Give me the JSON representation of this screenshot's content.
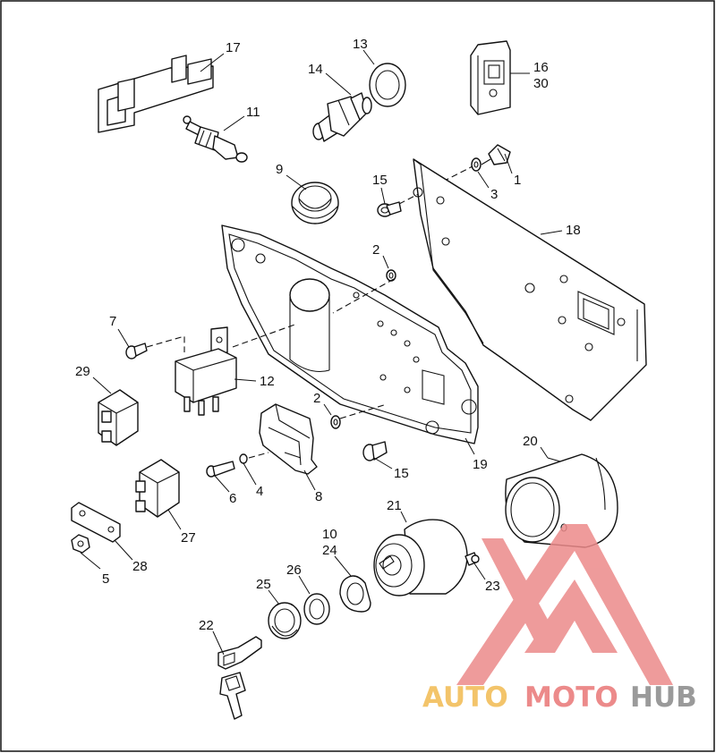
{
  "colors": {
    "line": "#111111",
    "background": "#ffffff",
    "watermark_red": "#ec8a8a",
    "watermark_gold": "#f3c46a",
    "watermark_gray": "#9a9a9a"
  },
  "callouts": [
    {
      "id": "c1",
      "text": "1"
    },
    {
      "id": "c2a",
      "text": "2"
    },
    {
      "id": "c2b",
      "text": "2"
    },
    {
      "id": "c3",
      "text": "3"
    },
    {
      "id": "c4",
      "text": "4"
    },
    {
      "id": "c5",
      "text": "5"
    },
    {
      "id": "c6",
      "text": "6"
    },
    {
      "id": "c7",
      "text": "7"
    },
    {
      "id": "c8",
      "text": "8"
    },
    {
      "id": "c9",
      "text": "9"
    },
    {
      "id": "c10",
      "text": "10"
    },
    {
      "id": "c11",
      "text": "11"
    },
    {
      "id": "c12",
      "text": "12"
    },
    {
      "id": "c13",
      "text": "13"
    },
    {
      "id": "c14",
      "text": "14"
    },
    {
      "id": "c15a",
      "text": "15"
    },
    {
      "id": "c15b",
      "text": "15"
    },
    {
      "id": "c16",
      "text": "16"
    },
    {
      "id": "c17",
      "text": "17"
    },
    {
      "id": "c18",
      "text": "18"
    },
    {
      "id": "c19",
      "text": "19"
    },
    {
      "id": "c20",
      "text": "20"
    },
    {
      "id": "c21",
      "text": "21"
    },
    {
      "id": "c22",
      "text": "22"
    },
    {
      "id": "c23",
      "text": "23"
    },
    {
      "id": "c24",
      "text": "24"
    },
    {
      "id": "c25",
      "text": "25"
    },
    {
      "id": "c26",
      "text": "26"
    },
    {
      "id": "c27",
      "text": "27"
    },
    {
      "id": "c28",
      "text": "28"
    },
    {
      "id": "c29",
      "text": "29"
    },
    {
      "id": "c30",
      "text": "30"
    }
  ],
  "watermark": {
    "part1": "AUTO",
    "part2": "MOTO",
    "part3": "HUB"
  }
}
